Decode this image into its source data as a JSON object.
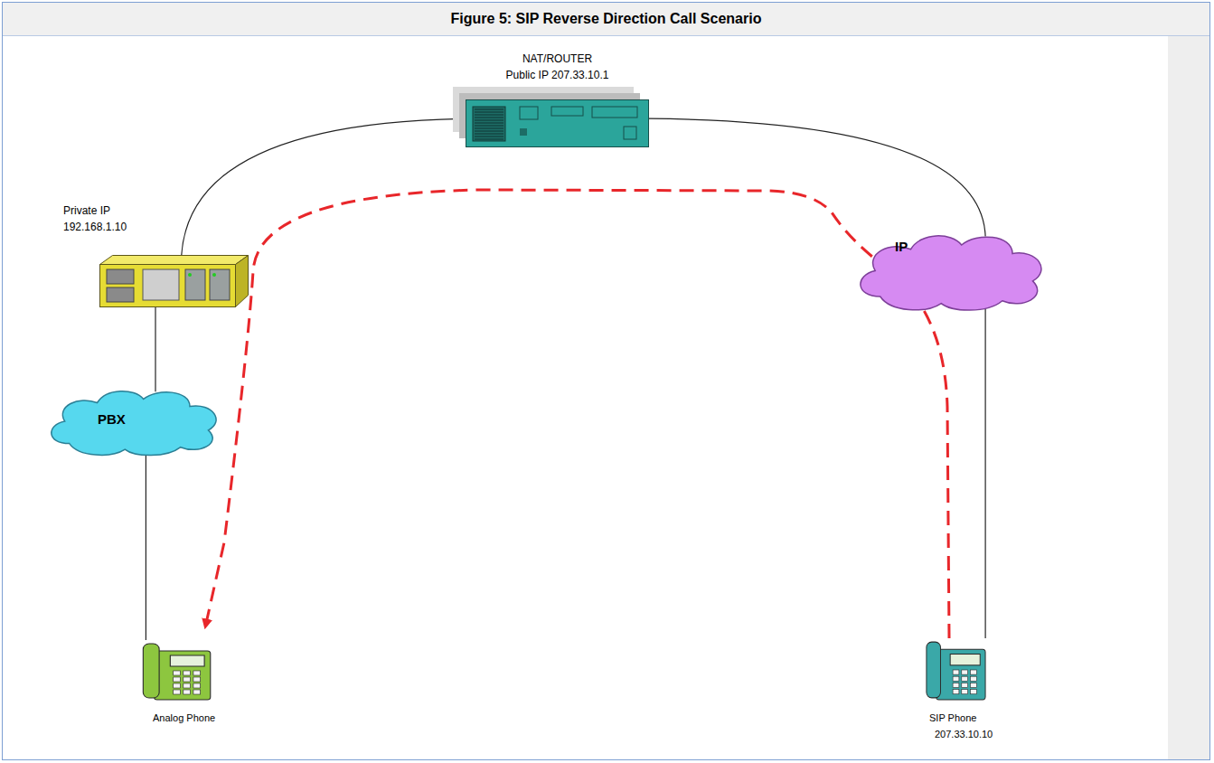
{
  "diagram": {
    "title": "Figure 5: SIP Reverse Direction Call Scenario",
    "nodes": [
      {
        "text": [
          "NAT/ROUTER",
          "Public IP 207.33.10.1"
        ]
      },
      {
        "text": [
          "Private IP 192.168.1.10"
        ]
      },
      {
        "text": [
          "IP"
        ]
      },
      {
        "text": [
          "PBX"
        ]
      },
      {
        "text": [
          "Analog Phone"
        ]
      },
      {
        "text": [
          "SIP Phone",
          "207.33.10.10"
        ]
      }
    ],
    "edges": [
      {
        "from": 1,
        "to": 0,
        "arrow": "none"
      },
      {
        "from": 0,
        "to": 2,
        "arrow": "none"
      },
      {
        "from": 2,
        "to": 5,
        "arrow": "none"
      },
      {
        "from": 1,
        "to": 3,
        "arrow": "none"
      },
      {
        "from": 3,
        "to": 4,
        "arrow": "none"
      },
      {
        "from": 5,
        "to": 4,
        "arrow": "to"
      }
    ]
  }
}
